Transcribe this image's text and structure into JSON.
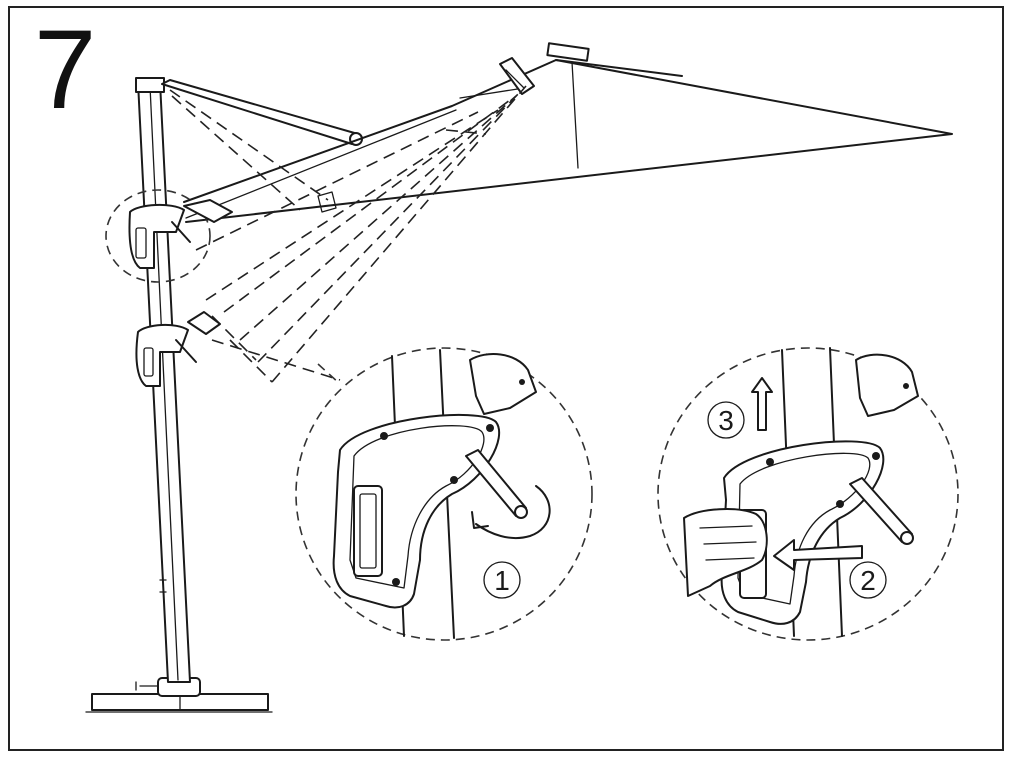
{
  "step": {
    "number": "7"
  },
  "details": {
    "left": {
      "step_labels": [
        "1"
      ]
    },
    "right": {
      "step_labels": [
        "2",
        "3"
      ]
    }
  }
}
